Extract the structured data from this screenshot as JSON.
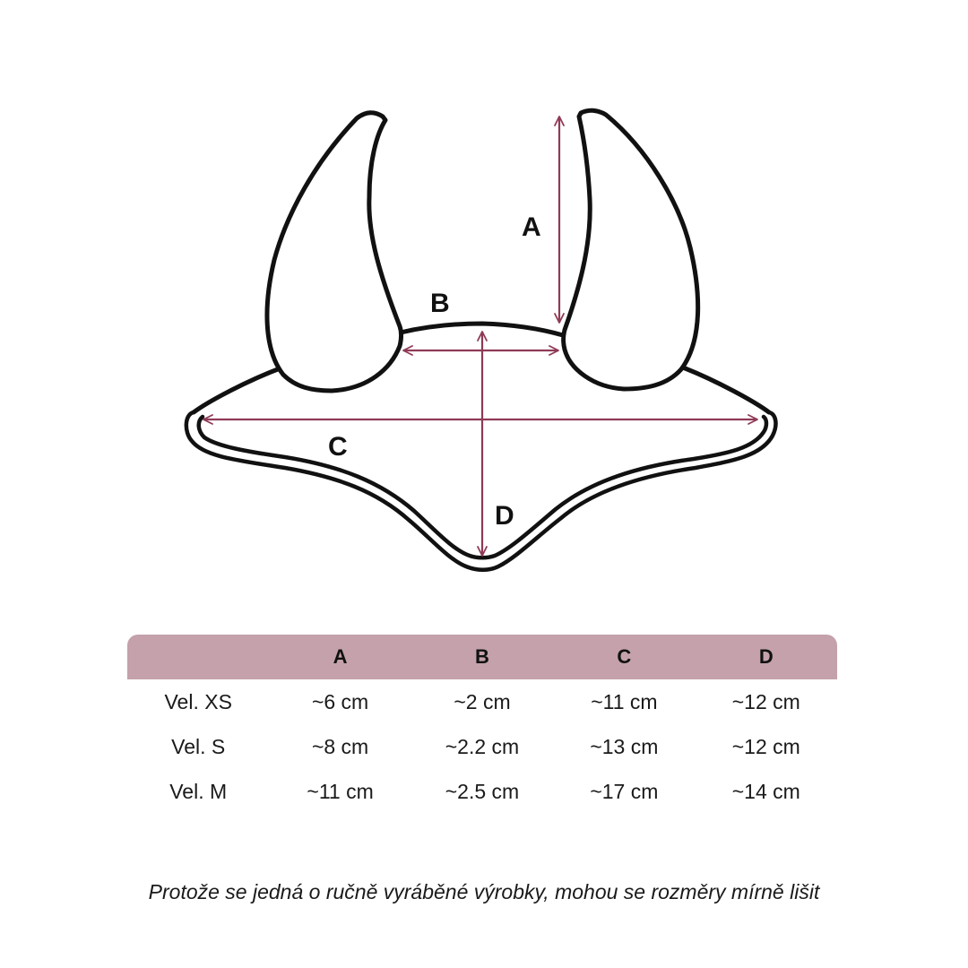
{
  "colors": {
    "accent": "#8f3a55",
    "header_bg": "#c4a1ab",
    "outline": "#111111"
  },
  "diagram": {
    "labels": {
      "a": "A",
      "b": "B",
      "c": "C",
      "d": "D"
    }
  },
  "table": {
    "headers": [
      "",
      "A",
      "B",
      "C",
      "D"
    ],
    "rows": [
      {
        "size": "Vel. XS",
        "a": "~6 cm",
        "b": "~2 cm",
        "c": "~11 cm",
        "d": "~12 cm"
      },
      {
        "size": "Vel. S",
        "a": "~8 cm",
        "b": "~2.2 cm",
        "c": "~13 cm",
        "d": "~12 cm"
      },
      {
        "size": "Vel. M",
        "a": "~11 cm",
        "b": "~2.5 cm",
        "c": "~17 cm",
        "d": "~14 cm"
      }
    ]
  },
  "note": "Protože se jedná o ručně vyráběné výrobky, mohou se rozměry mírně lišit"
}
